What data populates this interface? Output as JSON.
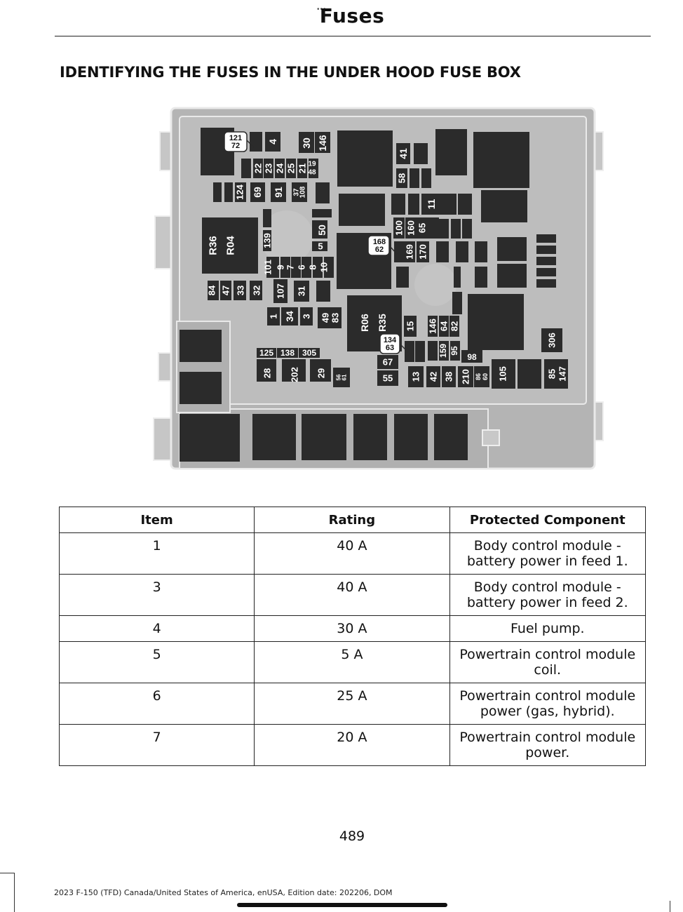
{
  "header": {
    "title": "Fuses"
  },
  "section": {
    "title": "IDENTIFYING THE FUSES IN THE UNDER HOOD FUSE BOX"
  },
  "diagram": {
    "labels": {
      "f121_72": [
        "121",
        "72"
      ],
      "f4": "4",
      "f30": "30",
      "f146a": "146",
      "f22": "22",
      "f23": "23",
      "f24": "24",
      "f25": "25",
      "f21": "21",
      "f19_48": [
        "19",
        "48"
      ],
      "f41": "41",
      "f58": "58",
      "f124": "124",
      "f69": "69",
      "f91": "91",
      "f37_108": [
        "37",
        "108"
      ],
      "f11": "11",
      "f50": "50",
      "f5": "5",
      "f139": "139",
      "f100": "100",
      "f160": "160",
      "f65": "65",
      "f168_62": [
        "168",
        "62"
      ],
      "f169": "169",
      "f170": "170",
      "R36": "R36",
      "R04": "R04",
      "f101": "101",
      "f9": "9",
      "f7": "7",
      "f6": "6",
      "f8": "8",
      "f10": "10",
      "f84": "84",
      "f47": "47",
      "f33": "33",
      "f32": "32",
      "f107": "107",
      "f31": "31",
      "f1": "1",
      "f34": "34",
      "f3": "3",
      "f49_83": [
        "49",
        "83"
      ],
      "R06": "R06",
      "R35": "R35",
      "f15": "15",
      "f146b": "146",
      "f64": "64",
      "f82": "82",
      "f306": "306",
      "f134_63": [
        "134",
        "63"
      ],
      "f125": "125",
      "f138": "138",
      "f305": "305",
      "f159": "159",
      "f95": "95",
      "f98": "98",
      "f67": "67",
      "f28": "28",
      "f202": "202",
      "f29": "29",
      "f56_61": [
        "56",
        "61"
      ],
      "f55": "55",
      "f13": "13",
      "f42": "42",
      "f38": "38",
      "f210": "210",
      "f86_60": [
        "86",
        "60"
      ],
      "f105": "105",
      "f85_147": [
        "85",
        "147"
      ]
    }
  },
  "table": {
    "headers": [
      "Item",
      "Rating",
      "Protected Component"
    ],
    "rows": [
      {
        "item": "1",
        "rating": "40 A",
        "component": [
          "Body control module -",
          "battery power in feed 1."
        ]
      },
      {
        "item": "3",
        "rating": "40 A",
        "component": [
          "Body control module -",
          "battery power in feed 2."
        ]
      },
      {
        "item": "4",
        "rating": "30 A",
        "component": [
          "Fuel pump."
        ]
      },
      {
        "item": "5",
        "rating": "5 A",
        "component": [
          "Powertrain control module",
          "coil."
        ]
      },
      {
        "item": "6",
        "rating": "25 A",
        "component": [
          "Powertrain control module",
          "power (gas, hybrid)."
        ]
      },
      {
        "item": "7",
        "rating": "20 A",
        "component": [
          "Powertrain control module",
          "power."
        ]
      }
    ]
  },
  "page_number": "489",
  "footer": {
    "text": "2023 F-150 (TFD) Canada/United States of America, enUSA, Edition date: 202206, DOM"
  },
  "colors": {
    "fuse": "#2b2b2b",
    "housing": "#b4b4b4",
    "housing_inner": "#c6c6c6",
    "outline": "#e9e9e9"
  }
}
